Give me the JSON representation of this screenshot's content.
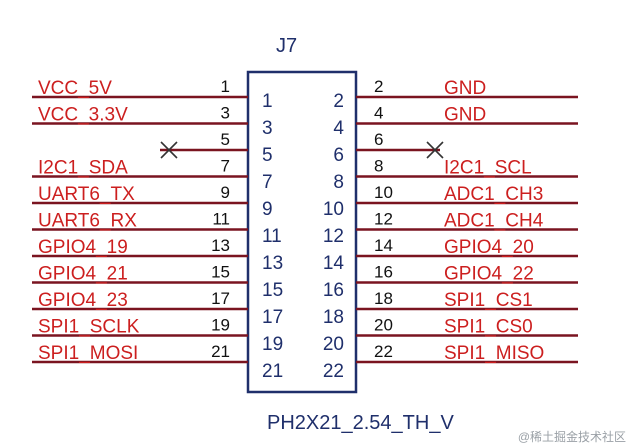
{
  "component": {
    "designator": "J7",
    "footprint": "PH2X21_2.54_TH_V"
  },
  "colors": {
    "wire": "#7a1420",
    "label": "#cc1f1f",
    "body": "#1f2f6b",
    "pin_number": "#111111"
  },
  "left_pins": [
    {
      "signal": "VCC_5V",
      "pin": "1",
      "inner": "1"
    },
    {
      "signal": "VCC_3.3V",
      "pin": "3",
      "inner": "3"
    },
    {
      "signal": "",
      "pin": "5",
      "inner": "5",
      "no_connect": true
    },
    {
      "signal": "I2C1_SDA",
      "pin": "7",
      "inner": "7"
    },
    {
      "signal": "UART6_TX",
      "pin": "9",
      "inner": "9"
    },
    {
      "signal": "UART6_RX",
      "pin": "11",
      "inner": "11"
    },
    {
      "signal": "GPIO4_19",
      "pin": "13",
      "inner": "13"
    },
    {
      "signal": "GPIO4_21",
      "pin": "15",
      "inner": "15"
    },
    {
      "signal": "GPIO4_23",
      "pin": "17",
      "inner": "17"
    },
    {
      "signal": "SPI1_SCLK",
      "pin": "19",
      "inner": "19"
    },
    {
      "signal": "SPI1_MOSI",
      "pin": "21",
      "inner": "21"
    }
  ],
  "right_pins": [
    {
      "signal": "GND",
      "pin": "2",
      "inner": "2"
    },
    {
      "signal": "GND",
      "pin": "4",
      "inner": "4"
    },
    {
      "signal": "",
      "pin": "6",
      "inner": "6",
      "no_connect": true
    },
    {
      "signal": "I2C1_SCL",
      "pin": "8",
      "inner": "8"
    },
    {
      "signal": "ADC1_CH3",
      "pin": "10",
      "inner": "10"
    },
    {
      "signal": "ADC1_CH4",
      "pin": "12",
      "inner": "12"
    },
    {
      "signal": "GPIO4_20",
      "pin": "14",
      "inner": "14"
    },
    {
      "signal": "GPIO4_22",
      "pin": "16",
      "inner": "16"
    },
    {
      "signal": "SPI1_CS1",
      "pin": "18",
      "inner": "18"
    },
    {
      "signal": "SPI1_CS0",
      "pin": "20",
      "inner": "20"
    },
    {
      "signal": "SPI1_MISO",
      "pin": "22",
      "inner": "22"
    }
  ],
  "watermark": "@稀土掘金技术社区"
}
